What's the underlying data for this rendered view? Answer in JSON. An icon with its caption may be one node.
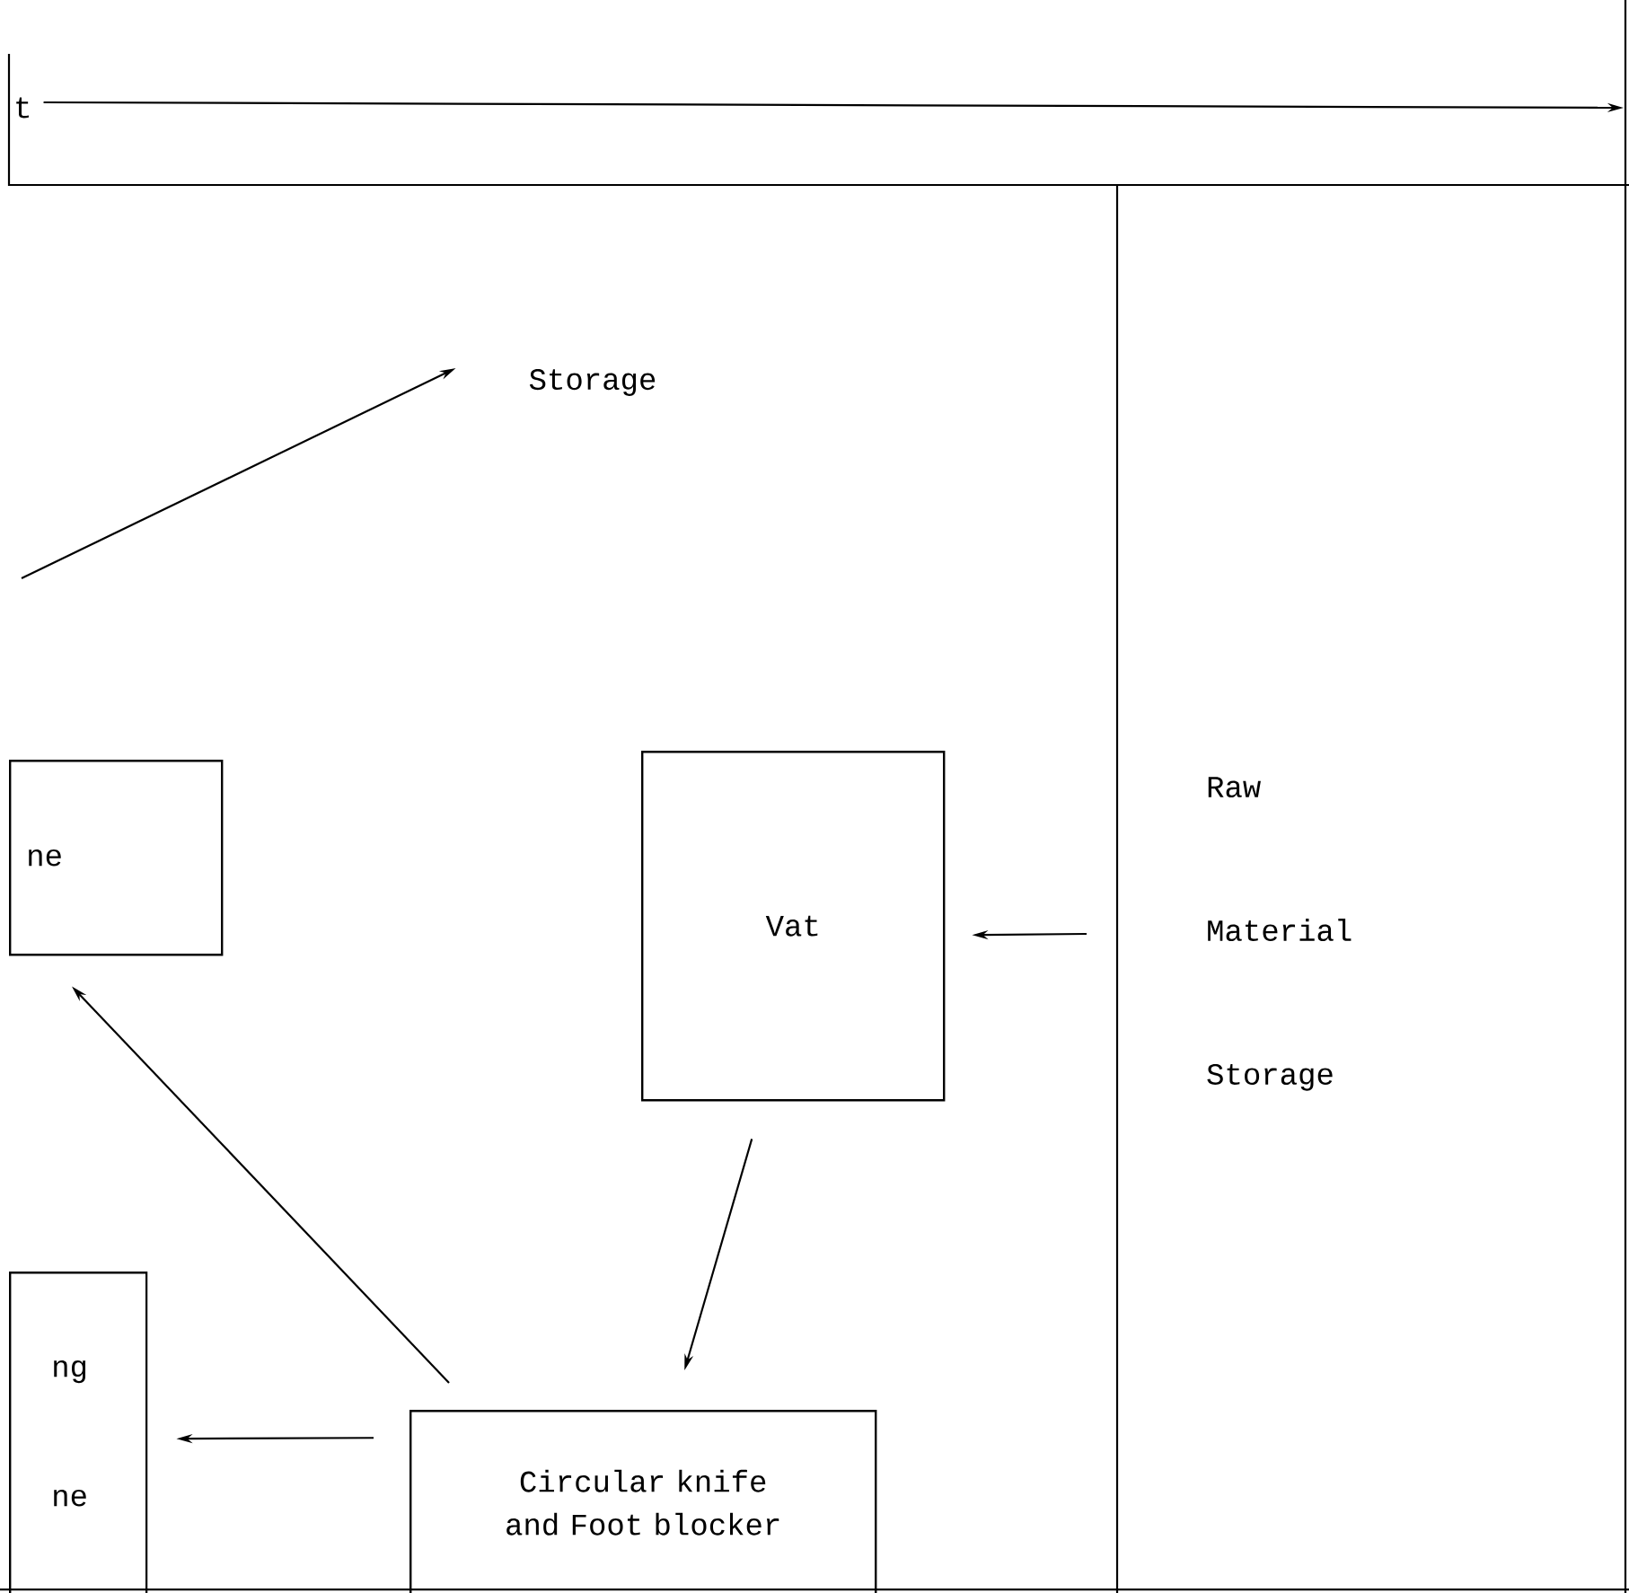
{
  "diagram": {
    "nodes": [
      {
        "text": [
          "t"
        ]
      },
      {
        "text": [
          "Storage"
        ]
      },
      {
        "text": [
          "ne"
        ]
      },
      {
        "text": [
          "Vat"
        ]
      },
      {
        "text": [
          "Raw Material Storage"
        ]
      },
      {
        "text": [
          "ng ne"
        ]
      },
      {
        "text": [
          "Circular knife and Foot blocker"
        ]
      }
    ],
    "edges": [
      {
        "from": 0,
        "to": null,
        "arrow": "to"
      },
      {
        "from": null,
        "to": 1,
        "arrow": "to"
      },
      {
        "from": 4,
        "to": 3,
        "arrow": "to"
      },
      {
        "from": 3,
        "to": 6,
        "arrow": "to"
      },
      {
        "from": 6,
        "to": 2,
        "arrow": "to"
      },
      {
        "from": 6,
        "to": 5,
        "arrow": "to"
      }
    ]
  }
}
